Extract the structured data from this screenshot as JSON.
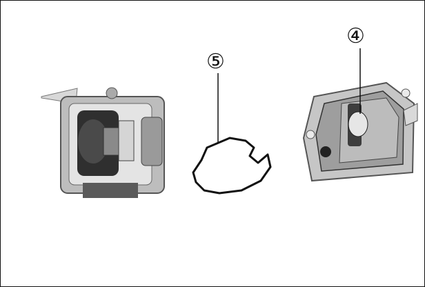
{
  "callouts": {
    "part_4": "④",
    "part_5": "⑤"
  },
  "colors": {
    "background": "#ffffff",
    "line": "#111111",
    "metal_light": "#cfcfcf",
    "metal_dark": "#3a3a3a"
  },
  "icons": [
    "carburetor-body-photo",
    "float-bowl-gasket-photo",
    "float-bowl-photo"
  ]
}
